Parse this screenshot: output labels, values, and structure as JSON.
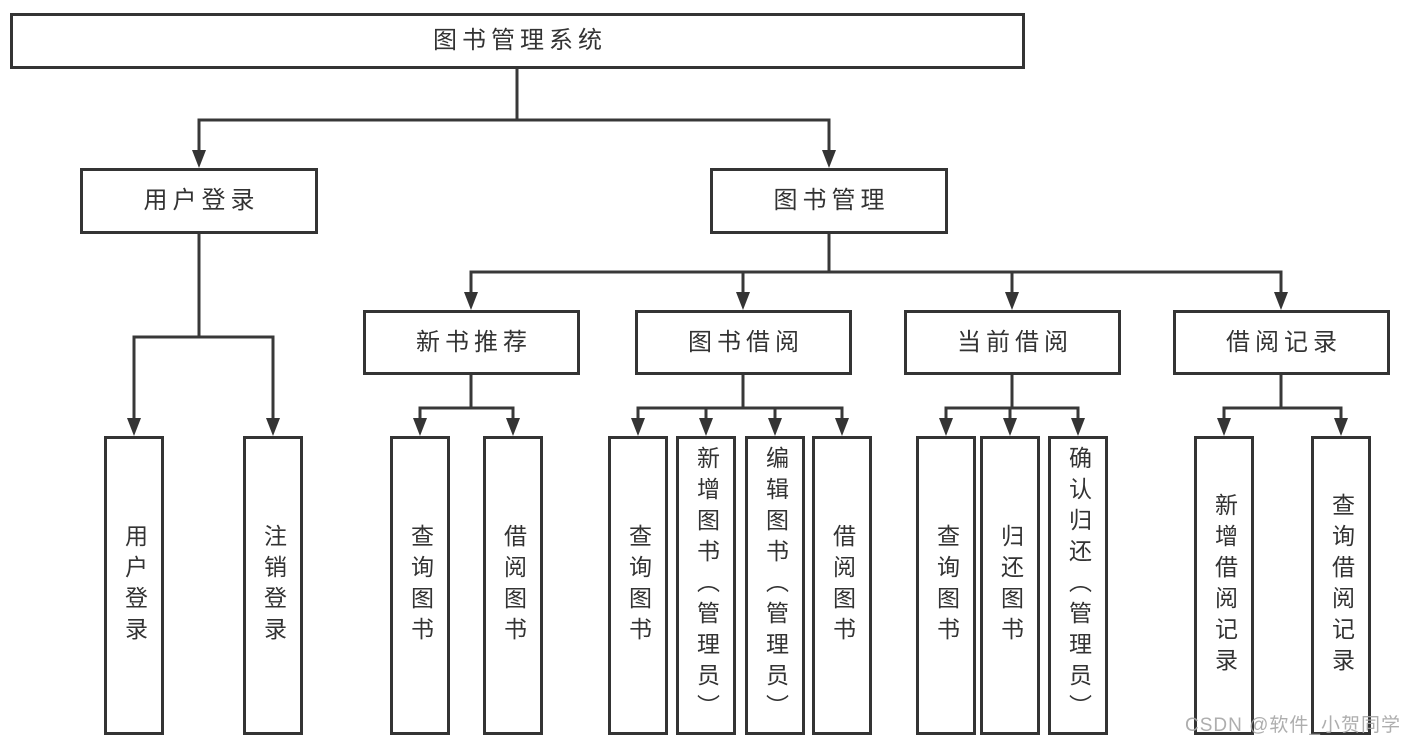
{
  "diagram": {
    "root_label": "图书管理系统",
    "level1": [
      {
        "label": "用户登录",
        "leaves": [
          {
            "label": "用户登录"
          },
          {
            "label": "注销登录"
          }
        ]
      },
      {
        "label": "图书管理",
        "groups": [
          {
            "label": "新书推荐",
            "leaves": [
              {
                "label": "查询图书"
              },
              {
                "label": "借阅图书"
              }
            ]
          },
          {
            "label": "图书借阅",
            "leaves": [
              {
                "label": "查询图书"
              },
              {
                "label": "新增图书（管理员）"
              },
              {
                "label": "编辑图书（管理员）"
              },
              {
                "label": "借阅图书"
              }
            ]
          },
          {
            "label": "当前借阅",
            "leaves": [
              {
                "label": "查询图书"
              },
              {
                "label": "归还图书"
              },
              {
                "label": "确认归还（管理员）"
              }
            ]
          },
          {
            "label": "借阅记录",
            "leaves": [
              {
                "label": "新增借阅记录"
              },
              {
                "label": "查询借阅记录"
              }
            ]
          }
        ]
      }
    ]
  },
  "watermark": {
    "text": "CSDN @软件_小贺同学"
  },
  "colors": {
    "line": "#383838",
    "box_border": "#343434",
    "text": "#333333",
    "watermark": "#a5a5a5",
    "background": "#ffffff"
  }
}
